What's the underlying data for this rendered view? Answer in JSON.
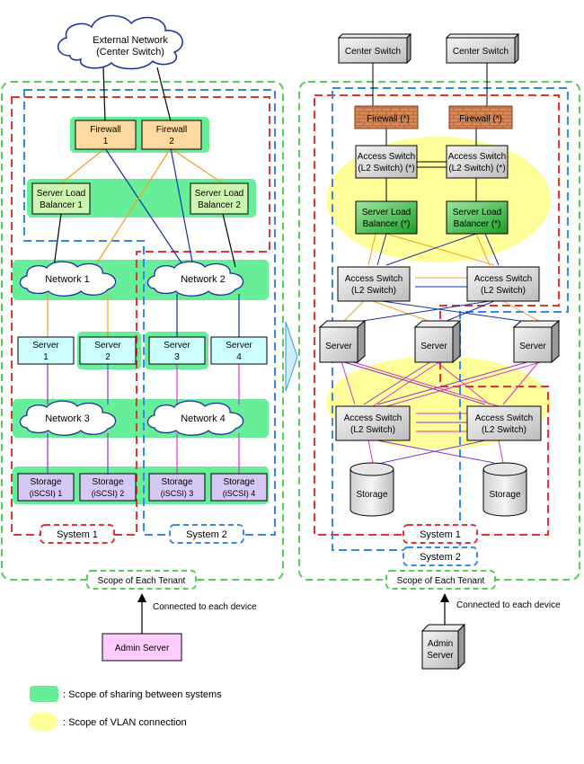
{
  "left": {
    "cloud": [
      "External Network",
      "(Center Switch)"
    ],
    "firewalls": [
      [
        "Firewall",
        "1"
      ],
      [
        "Firewall",
        "2"
      ]
    ],
    "slbs": [
      [
        "Server Load",
        "Balancer 1"
      ],
      [
        "Server Load",
        "Balancer 2"
      ]
    ],
    "networks_top": [
      "Network 1",
      "Network 2"
    ],
    "servers": [
      [
        "Server",
        "1"
      ],
      [
        "Server",
        "2"
      ],
      [
        "Server",
        "3"
      ],
      [
        "Server",
        "4"
      ]
    ],
    "networks_bottom": [
      "Network 3",
      "Network 4"
    ],
    "storages": [
      [
        "Storage",
        "(iSCSI) 1"
      ],
      [
        "Storage",
        "(iSCSI) 2"
      ],
      [
        "Storage",
        "(iSCSI) 3"
      ],
      [
        "Storage",
        "(iSCSI) 4"
      ]
    ],
    "system_labels": [
      "System 1",
      "System 2"
    ],
    "tenant_label": "Scope of Each Tenant",
    "connected_label": "Connected to each device",
    "admin_server": "Admin Server"
  },
  "right": {
    "center_switches": [
      "Center Switch",
      "Center Switch"
    ],
    "firewalls": [
      "Firewall (*)",
      "Firewall (*)"
    ],
    "access_switches_top": [
      [
        "Access Switch",
        "(L2 Switch) (*)"
      ],
      [
        "Access Switch",
        "(L2 Switch) (*)"
      ]
    ],
    "slbs": [
      [
        "Server Load",
        "Balancer (*)"
      ],
      [
        "Server Load",
        "Balancer (*)"
      ]
    ],
    "access_switches_mid": [
      [
        "Access Switch",
        "(L2 Switch)"
      ],
      [
        "Access Switch",
        "(L2 Switch)"
      ]
    ],
    "servers": [
      "Server",
      "Server",
      "Server"
    ],
    "access_switches_bottom": [
      [
        "Access Switch",
        "(L2 Switch)"
      ],
      [
        "Access Switch",
        "(L2 Switch)"
      ]
    ],
    "storages": [
      "Storage",
      "Storage"
    ],
    "system_labels": [
      "System 1",
      "System 2"
    ],
    "tenant_label": "Scope of Each Tenant",
    "connected_label": "Connected to each device",
    "admin_server": [
      "Admin",
      "Server"
    ]
  },
  "legend": {
    "sharing": ": Scope of sharing between systems",
    "vlan": ": Scope of VLAN connection"
  },
  "colors": {
    "share": "#66ee99",
    "vlan": "#ffff99",
    "red": "#e83030",
    "blue": "#3388ee",
    "green": "#55cc55",
    "orange": "#f0a020",
    "navy": "#1a2ea0",
    "purple": "#8833cc",
    "magenta": "#dd33cc",
    "firewall": "#ffd9a0",
    "slb": "#cdf5b0",
    "server": "#ccffff",
    "storage": "#d6c8f5",
    "admin": "#ffccff"
  }
}
